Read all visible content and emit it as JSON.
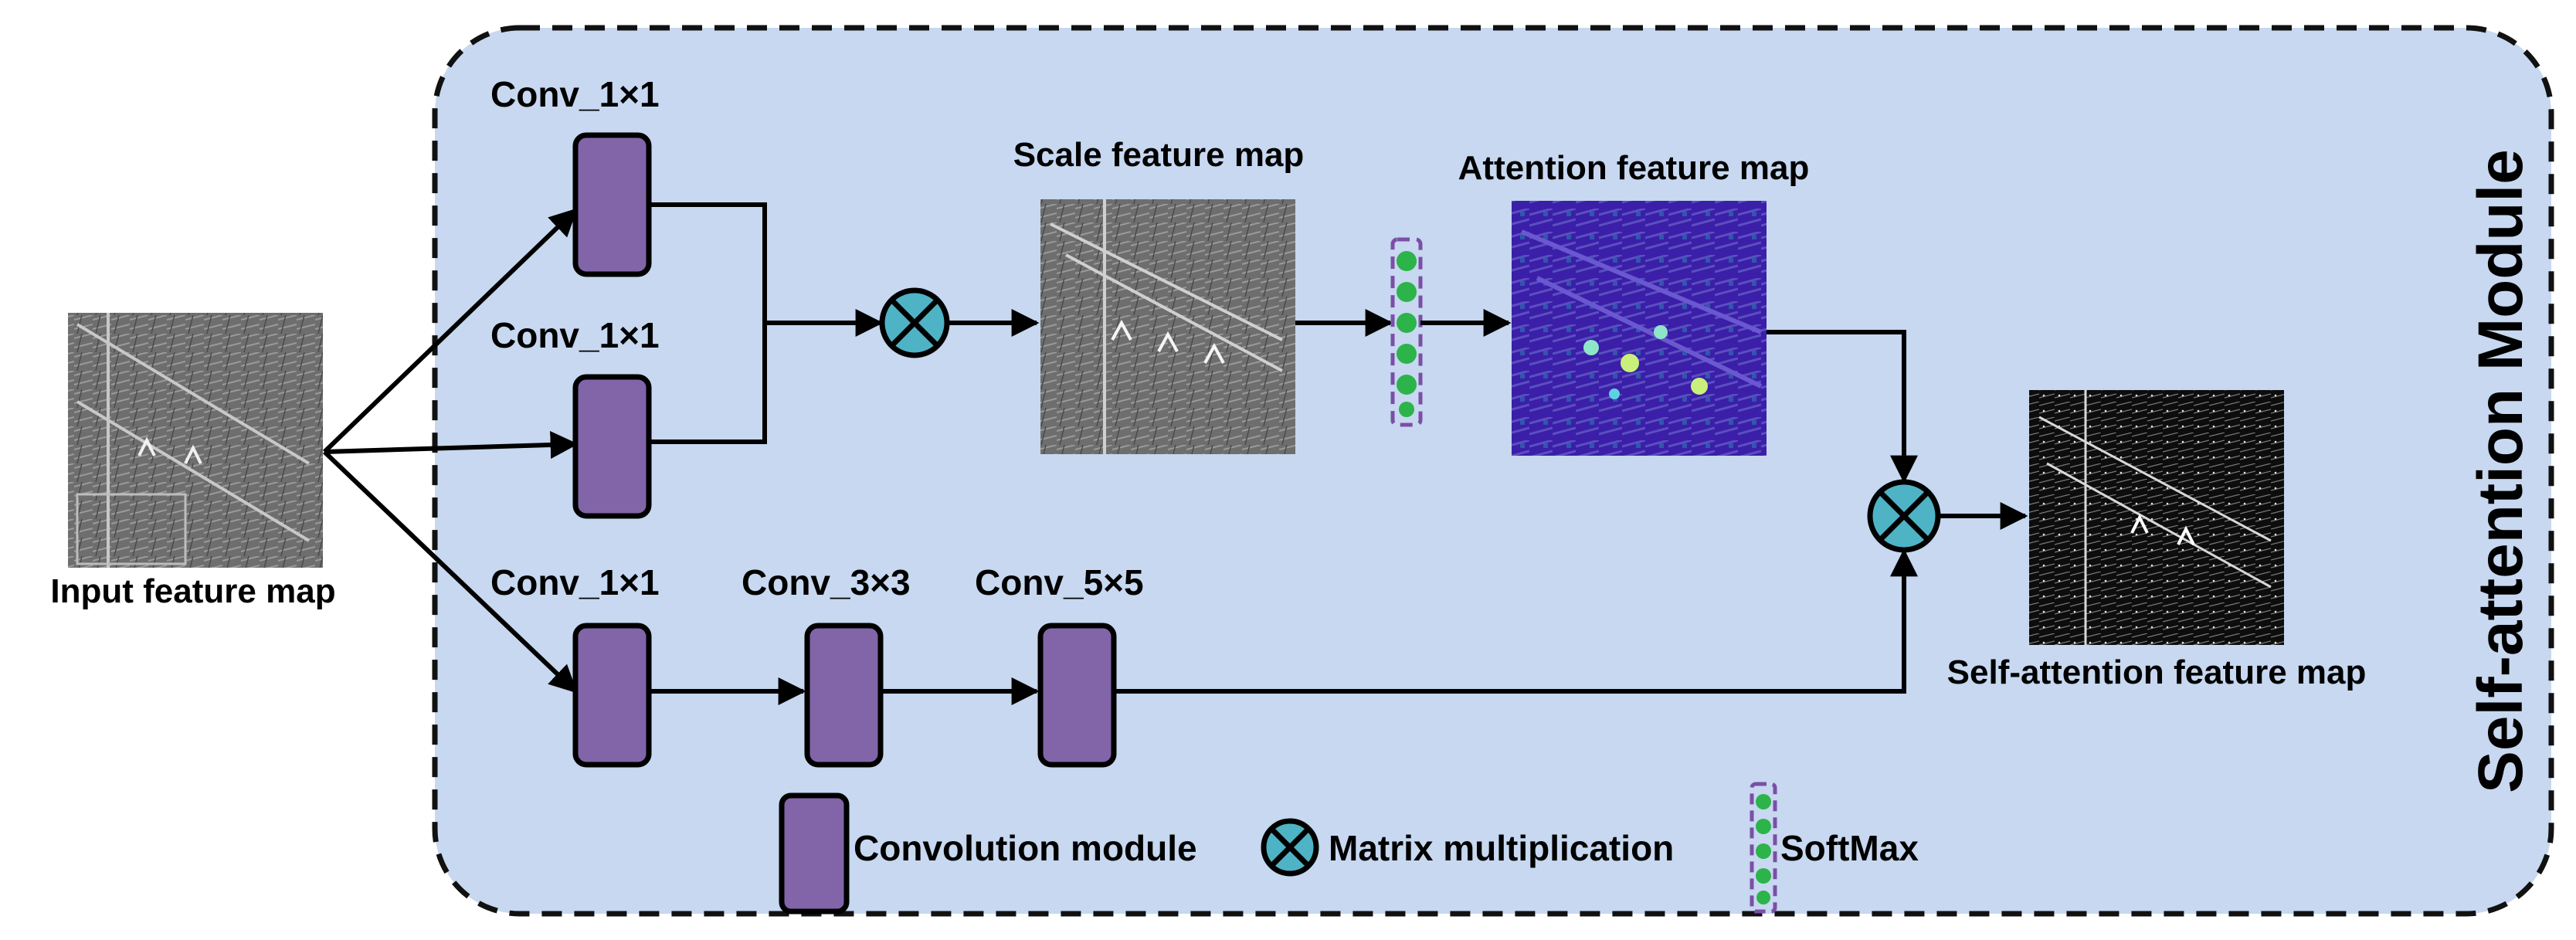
{
  "module_title": "Self-attention Module",
  "labels": {
    "input": "Input feature map",
    "conv_a": "Conv_1×1",
    "conv_b": "Conv_1×1",
    "conv_c": "Conv_1×1",
    "conv_3": "Conv_3×3",
    "conv_5": "Conv_5×5",
    "scale": "Scale feature map",
    "attention": "Attention feature map",
    "output": "Self-attention feature map"
  },
  "legend": {
    "conv": "Convolution module",
    "matmul": "Matrix multiplication",
    "softmax": "SoftMax"
  },
  "colors": {
    "panel_fill": "#c7d8f0",
    "conv_fill": "#8165a8",
    "matmul_fill": "#4fb3c6",
    "softmax_dot": "#2cb34a",
    "softmax_border": "#7b4fa6",
    "attention_base": "#3b1fa8"
  }
}
